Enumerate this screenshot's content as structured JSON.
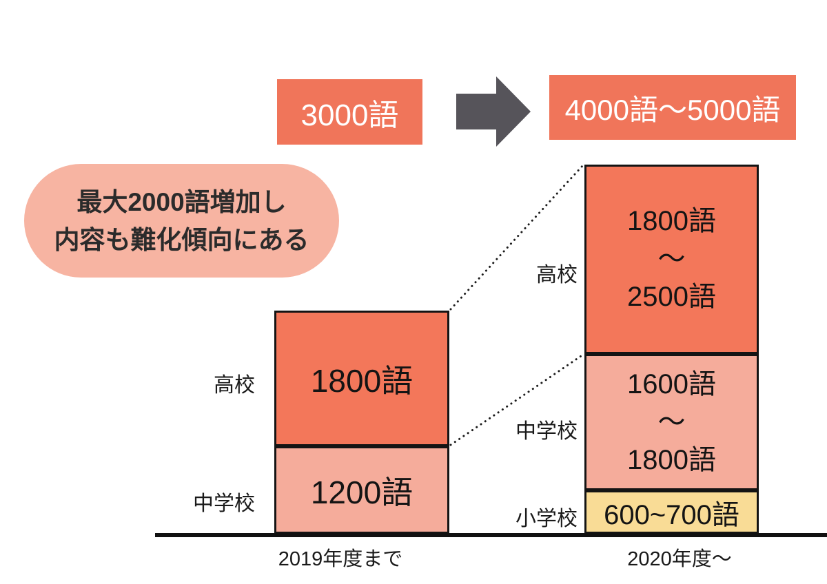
{
  "header": {
    "before_box": "3000語",
    "after_box": "4000語〜5000語",
    "arrow_icon": "right-arrow"
  },
  "callout": {
    "line1": "最大2000語増加し",
    "line2": "内容も難化傾向にある"
  },
  "bars": {
    "left": {
      "axis_label": "2019年度まで",
      "segments": [
        {
          "label": "高校",
          "lines": [
            "1800語"
          ]
        },
        {
          "label": "中学校",
          "lines": [
            "1200語"
          ]
        }
      ]
    },
    "right": {
      "axis_label": "2020年度〜",
      "segments": [
        {
          "label": "高校",
          "lines": [
            "1800語",
            "〜",
            "2500語"
          ]
        },
        {
          "label": "中学校",
          "lines": [
            "1600語",
            "〜",
            "1800語"
          ]
        },
        {
          "label": "小学校",
          "lines": [
            "600~700語"
          ]
        }
      ]
    }
  },
  "chart_data": {
    "type": "bar",
    "subtype": "stacked_comparison",
    "title": "",
    "categories": [
      "2019年度まで",
      "2020年度〜"
    ],
    "unit": "語 (words)",
    "series": [
      {
        "name": "高校",
        "values_label": [
          "1800語",
          "1800語〜2500語"
        ],
        "values_numeric": [
          [
            1800,
            1800
          ],
          [
            1800,
            2500
          ]
        ]
      },
      {
        "name": "中学校",
        "values_label": [
          "1200語",
          "1600語〜1800語"
        ],
        "values_numeric": [
          [
            1200,
            1200
          ],
          [
            1600,
            1800
          ]
        ]
      },
      {
        "name": "小学校",
        "values_label": [
          null,
          "600~700語"
        ],
        "values_numeric": [
          [
            0,
            0
          ],
          [
            600,
            700
          ]
        ]
      }
    ],
    "totals_label": [
      "3000語",
      "4000語〜5000語"
    ],
    "annotation": "最大2000語増加し 内容も難化傾向にある",
    "legend_position": "labels-beside-bars",
    "grid": false
  },
  "colors": {
    "highschool_orange": "#F3775A",
    "topbox_orange": "#F0755A",
    "juniorhigh_pink": "#F5AC9B",
    "elementary_yellow": "#F9DC96",
    "callout_pink": "#F7B4A2",
    "arrow_gray": "#56545A",
    "border_black": "#141414",
    "text_dark": "#1E1E1E",
    "box_text_white": "#FFFFFF"
  }
}
